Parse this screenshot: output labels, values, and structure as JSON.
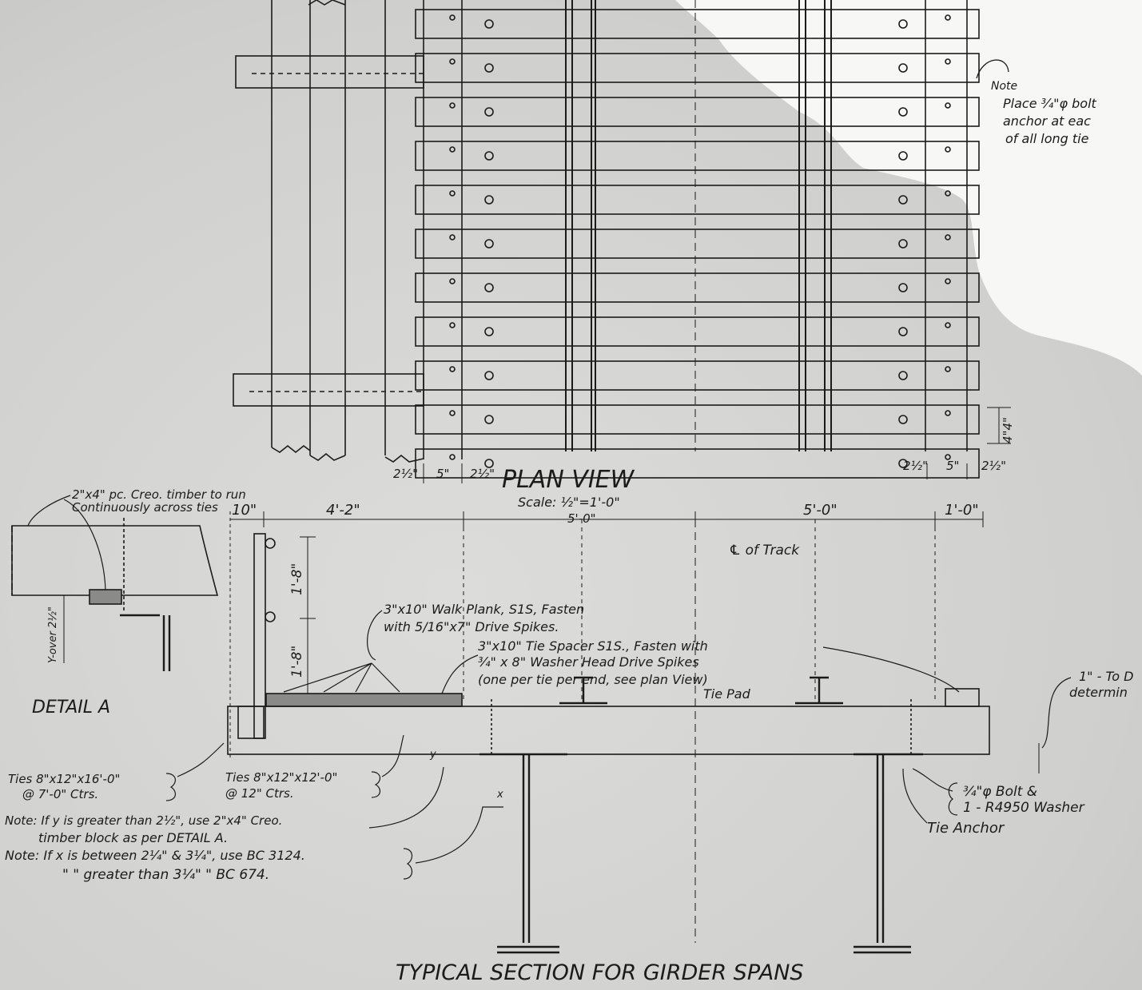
{
  "plan_view": {
    "title": "PLAN VIEW",
    "scale": "Scale: ½\"=1'-0\"",
    "dims_left": [
      "2½\"",
      "5\"",
      "2½\""
    ],
    "dims_right": [
      "2½\"",
      "5\"",
      "2½\""
    ],
    "dim_4_4": "4\"4\""
  },
  "note_top_right": {
    "line1": "Note",
    "line2": "Place ¾\"φ bolt",
    "line3": "anchor at eac",
    "line4": "of all long tie"
  },
  "section": {
    "title": "TYPICAL SECTION FOR GIRDER SPANS",
    "dim_10": "10\"",
    "dim_4_2": "4'-2\"",
    "dim_5_0_mid": "5'-0\"",
    "dim_5_0": "5'-0\"",
    "dim_1_0": "1'-0\"",
    "dim_1_8_a": "1'-8\"",
    "dim_1_8_b": "1'-8\"",
    "track_cl": "℄ of Track",
    "walk_plank_1": "3\"x10\" Walk Plank, S1S, Fasten",
    "walk_plank_2": "with 5/16\"x7\"  Drive  Spikes.",
    "tie_spacer_1": "3\"x10\" Tie Spacer S1S.,  Fasten with",
    "tie_spacer_2": "¾\" x 8\" Washer Head   Drive  Spikes",
    "tie_spacer_3": "(one per  tie per end, see plan View)",
    "tie_pad": "Tie Pad",
    "to_note_1": "1\" - To D",
    "to_note_2": "determin",
    "bolt_1": "¾\"φ Bolt &",
    "bolt_2": "1 - R4950 Washer",
    "tie_anchor": "Tie  Anchor",
    "ties_16": "Ties 8\"x12\"x16'-0\"",
    "ties_16_ctrs": "@ 7'-0\" Ctrs.",
    "ties_12": "Ties 8\"x12\"x12'-0\"",
    "ties_12_ctrs": "@ 12\" Ctrs.",
    "note_y_1": "Note: If y is greater than 2½\",  use 2\"x4\" Creo.",
    "note_y_2": "timber  block  as  per  DETAIL  A.",
    "note_x_1": "Note: If x is between 2¼\" & 3¼\", use BC 3124.",
    "note_x_2": "\"   \"  greater than 3¼\"    \"  BC 674.",
    "y_label": "y",
    "x_label": "x"
  },
  "detail_a": {
    "title": "DETAIL  A",
    "note_1": "2\"x4\" pc. Creo. timber to run",
    "note_2": "Continuously across ties",
    "y_over": "Y-over 2½\""
  },
  "colors": {
    "paper": "#d4d4d2",
    "ink": "#1b1b1b",
    "torn_white": "#f7f7f5"
  }
}
